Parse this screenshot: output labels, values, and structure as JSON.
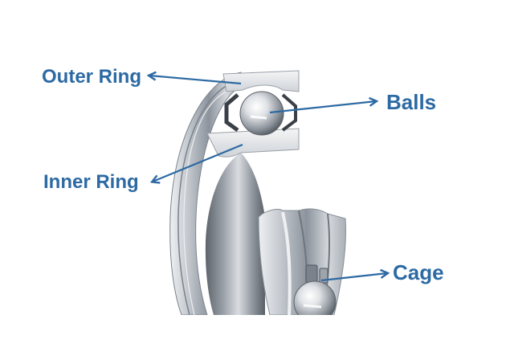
{
  "labels": {
    "outer_ring": "Outer Ring",
    "inner_ring": "Inner Ring",
    "balls": "Balls",
    "cage": "Cage"
  },
  "colors": {
    "label_blue": "#2d6aa3",
    "arrow_blue": "#2d6aa3",
    "steel_light": "#e4e6e9",
    "steel_mid": "#b7bcc3",
    "steel_dark": "#6f7680",
    "background": "#ffffff"
  }
}
